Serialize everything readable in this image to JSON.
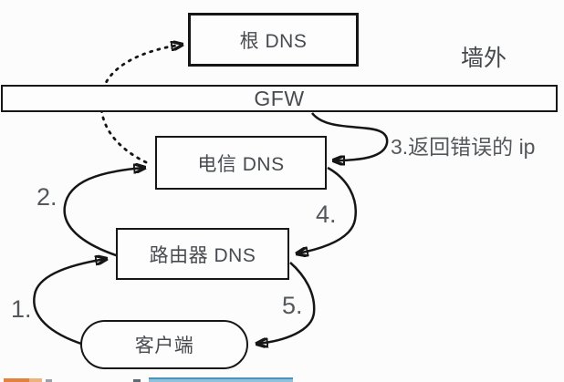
{
  "nodes": {
    "root_dns": {
      "label": "根 DNS"
    },
    "gfw": {
      "label": "GFW"
    },
    "telecom_dns": {
      "label": "电信 DNS"
    },
    "router_dns": {
      "label": "路由器 DNS"
    },
    "client": {
      "label": "客户端"
    }
  },
  "annotations": {
    "outside_wall": "墙外",
    "step1": "1.",
    "step2": "2.",
    "step3": "3.返回错误的 ip",
    "step4": "4.",
    "step5": "5."
  },
  "edges": [
    {
      "step": "1",
      "from": "client",
      "to": "router_dns",
      "style": "solid"
    },
    {
      "step": "2",
      "from": "router_dns",
      "to": "telecom_dns",
      "style": "solid"
    },
    {
      "step": "",
      "from": "telecom_dns",
      "to": "root_dns",
      "style": "dotted",
      "note": "query crossing GFW"
    },
    {
      "step": "3",
      "from": "gfw",
      "to": "telecom_dns",
      "style": "solid",
      "note": "返回错误的 ip"
    },
    {
      "step": "4",
      "from": "telecom_dns",
      "to": "router_dns",
      "style": "solid"
    },
    {
      "step": "5",
      "from": "router_dns",
      "to": "client",
      "style": "solid"
    }
  ],
  "colors": {
    "background": "#fcfcfc",
    "ink": "#161616",
    "text": "#474b50",
    "strip_orange_dark": "#e1833e",
    "strip_orange_light": "#eeb37c",
    "strip_blue": "#8fc3dd",
    "strip_blue_edge": "#4d92b8"
  }
}
